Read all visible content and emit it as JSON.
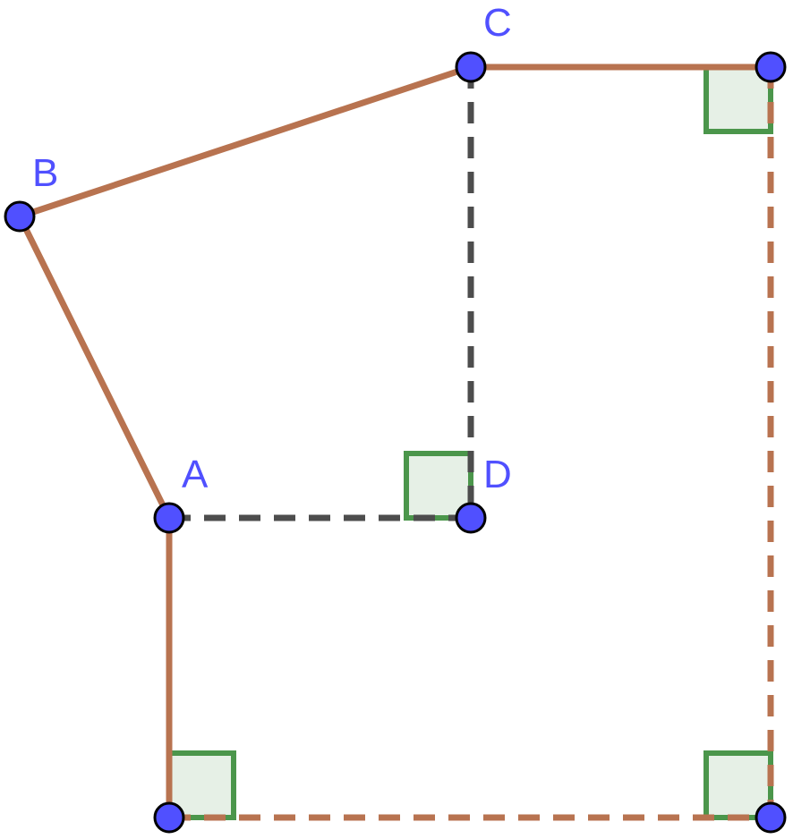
{
  "colors": {
    "point_fill": "#5050ff",
    "point_stroke": "#000000",
    "label": "#5050ff",
    "segment": "#b87350",
    "construction": "#4d4d4d",
    "right_angle_stroke": "#4b964b",
    "right_angle_fill": "#e6f0e6",
    "background": "#ffffff"
  },
  "points": {
    "A": {
      "label": "A"
    },
    "B": {
      "label": "B"
    },
    "C": {
      "label": "C"
    },
    "D": {
      "label": "D"
    }
  }
}
